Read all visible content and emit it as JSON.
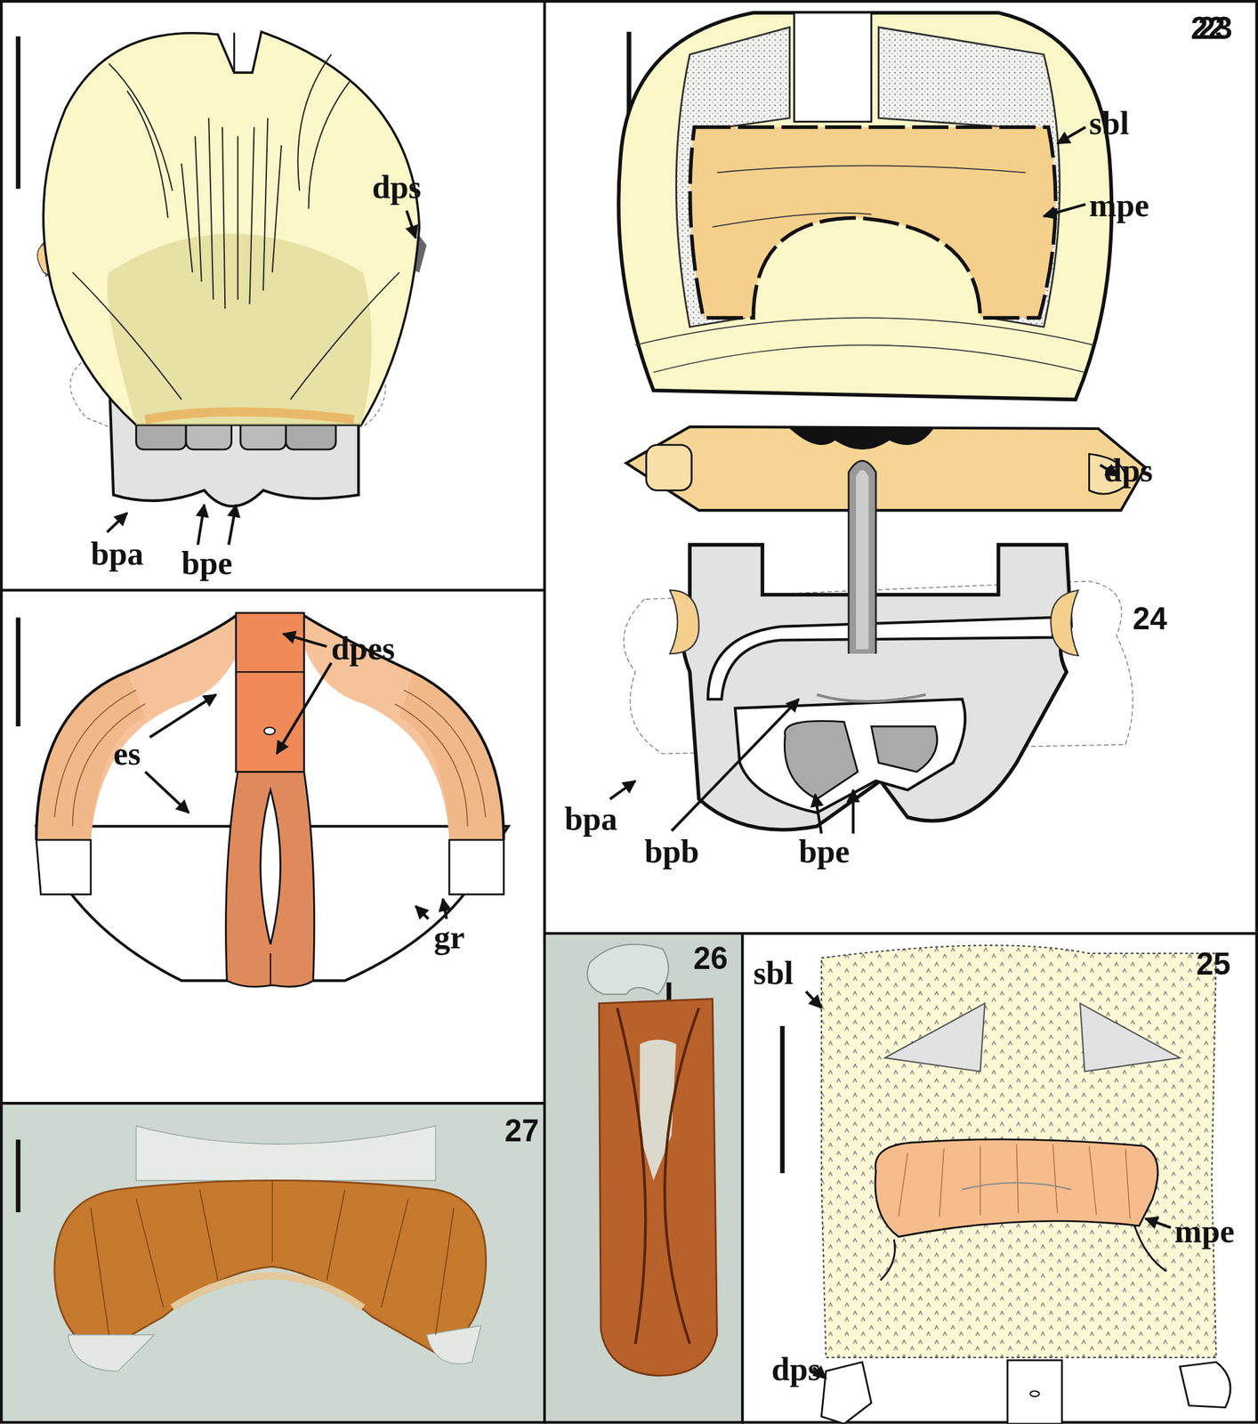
{
  "diagram": {
    "labels": [
      "22",
      "dps",
      "bpa",
      "bpe",
      "23",
      "sbl",
      "mpe",
      "dps",
      "bpa",
      "bpb",
      "bpe",
      "24",
      "dpes",
      "es",
      "gr",
      "26",
      "25",
      "sbl",
      "mpe",
      "dps",
      "27"
    ]
  }
}
